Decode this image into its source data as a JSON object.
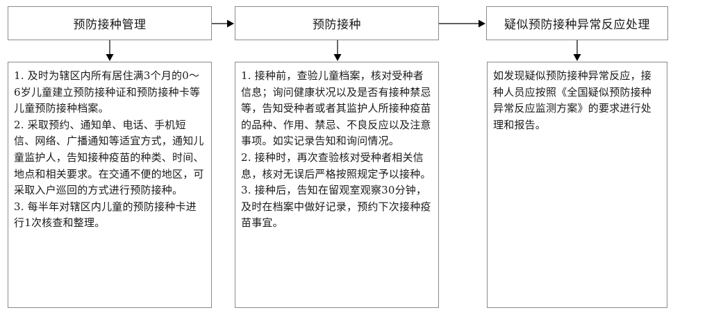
{
  "colors": {
    "border": "#8a8a8a",
    "line": "#000000",
    "text": "#1a1a1a"
  },
  "columns": [
    {
      "header": "预防接种管理",
      "items": [
        "1. 及时为辖区内所有居住满3个月的0～6岁儿童建立预防接种证和预防接种卡等儿童预防接种档案。",
        "2. 采取预约、通知单、电话、手机短信、网络、广播通知等适宜方式，通知儿童监护人，告知接种疫苗的种类、时间、地点和相关要求。在交通不便的地区，可采取入户巡回的方式进行预防接种。",
        "3. 每半年对辖区内儿童的预防接种卡进行1次核查和整理。"
      ]
    },
    {
      "header": "预防接种",
      "items": [
        "1. 接种前，查验儿童档案，核对受种者信息；询问健康状况以及是否有接种禁忌等，告知受种者或者其监护人所接种疫苗的品种、作用、禁忌、不良反应以及注意事项。如实记录告知和询问情况。",
        "2. 接种时，再次查验核对受种者相关信息，核对无误后严格按照规定予以接种。",
        "3. 接种后，告知在留观室观察30分钟，及时在档案中做好记录，预约下次接种疫苗事宜。"
      ]
    },
    {
      "header": "疑似预防接种异常反应处理",
      "items": [
        "如发现疑似预防接种异常反应，接种人员应按照《全国疑似预防接种异常反应监测方案》的要求进行处理和报告。"
      ]
    }
  ]
}
